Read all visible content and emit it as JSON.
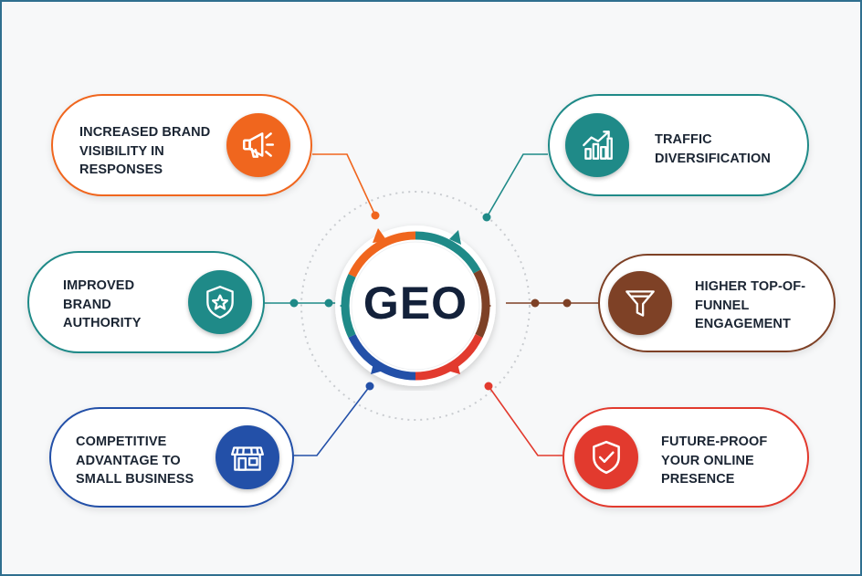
{
  "hub": {
    "label": "GEO"
  },
  "cards": [
    {
      "key": "visibility",
      "label": "INCREASED BRAND\nVISIBILITY IN\nRESPONSES",
      "color": "#f0661e",
      "icon": "megaphone-icon"
    },
    {
      "key": "authority",
      "label": "IMPROVED\nBRAND\nAUTHORITY",
      "color": "#1f8a88",
      "icon": "shield-star-icon"
    },
    {
      "key": "advantage",
      "label": "COMPETITIVE\nADVANTAGE TO\nSMALL BUSINESS",
      "color": "#2350a8",
      "icon": "storefront-icon"
    },
    {
      "key": "traffic",
      "label": "TRAFFIC\nDIVERSIFICATION",
      "color": "#1f8a88",
      "icon": "bar-chart-trend-icon"
    },
    {
      "key": "funnel",
      "label": "HIGHER TOP-OF-\nFUNNEL\nENGAGEMENT",
      "color": "#7e4126",
      "icon": "funnel-icon"
    },
    {
      "key": "future",
      "label": "FUTURE-PROOF\nYOUR ONLINE\nPRESENCE",
      "color": "#e23a2e",
      "icon": "shield-check-icon"
    }
  ]
}
